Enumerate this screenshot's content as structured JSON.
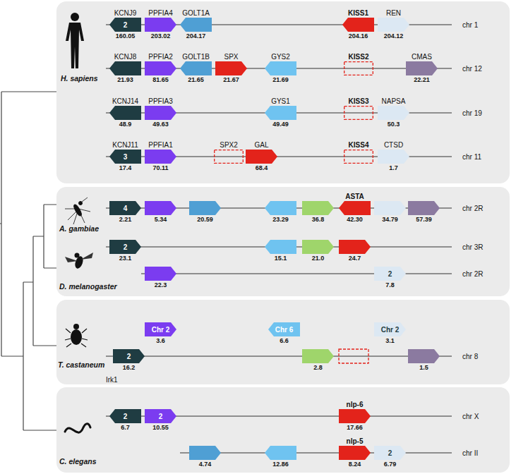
{
  "diagram": {
    "nodes": [
      {
        "text": [
          "H. sapiens"
        ]
      },
      {
        "text": [
          "KCNJ9",
          "2",
          "160.05"
        ],
        "in": 0
      },
      {
        "text": [
          "PPFIA4",
          "203.02"
        ],
        "in": 0
      },
      {
        "text": [
          "GOLT1A",
          "204.17"
        ],
        "in": 0
      },
      {
        "text": [
          "KISS1",
          "204.16"
        ],
        "in": 0
      },
      {
        "text": [
          "REN",
          "204.12"
        ],
        "in": 0
      },
      {
        "text": [
          "KCNJ8",
          "21.93"
        ],
        "in": 0
      },
      {
        "text": [
          "PPFIA2",
          "81.65"
        ],
        "in": 0
      },
      {
        "text": [
          "GOLT1B",
          "21.65"
        ],
        "in": 0
      },
      {
        "text": [
          "SPX",
          "21.67"
        ],
        "in": 0
      },
      {
        "text": [
          "GYS2",
          "21.69"
        ],
        "in": 0
      },
      {
        "text": [
          "KISS2"
        ],
        "in": 0
      },
      {
        "text": [
          "CMAS",
          "22.21"
        ],
        "in": 0
      },
      {
        "text": [
          "KCNJ14",
          "48.9"
        ],
        "in": 0
      },
      {
        "text": [
          "PPFIA3",
          "49.63"
        ],
        "in": 0
      },
      {
        "text": [
          "GYS1",
          "49.49"
        ],
        "in": 0
      },
      {
        "text": [
          "KISS3"
        ],
        "in": 0
      },
      {
        "text": [
          "NAPSA",
          "50.3"
        ],
        "in": 0
      },
      {
        "text": [
          "KCNJ11",
          "3",
          "17.4"
        ],
        "in": 0
      },
      {
        "text": [
          "PPFIA1",
          "70.11"
        ],
        "in": 0
      },
      {
        "text": [
          "SPX2"
        ],
        "in": 0
      },
      {
        "text": [
          "GAL",
          "68.4"
        ],
        "in": 0
      },
      {
        "text": [
          "KISS4"
        ],
        "in": 0
      },
      {
        "text": [
          "CTSD",
          "1.7"
        ],
        "in": 0
      },
      {
        "text": [
          "A. gambiae",
          "D. melanogaster"
        ]
      },
      {
        "text": [
          "4",
          "2.21"
        ],
        "in": 24
      },
      {
        "text": [
          "5.34"
        ],
        "in": 24
      },
      {
        "text": [
          "20.59"
        ],
        "in": 24
      },
      {
        "text": [
          "23.29"
        ],
        "in": 24
      },
      {
        "text": [
          "36.8"
        ],
        "in": 24
      },
      {
        "text": [
          "ASTA",
          "42.30"
        ],
        "in": 24
      },
      {
        "text": [
          "34.79"
        ],
        "in": 24
      },
      {
        "text": [
          "57.39"
        ],
        "in": 24
      },
      {
        "text": [
          "2",
          "23.1"
        ],
        "in": 24
      },
      {
        "text": [
          "15.1"
        ],
        "in": 24
      },
      {
        "text": [
          "21.0"
        ],
        "in": 24
      },
      {
        "text": [
          "24.7"
        ],
        "in": 24
      },
      {
        "text": [
          "22.3"
        ],
        "in": 24
      },
      {
        "text": [
          "2",
          "7.8"
        ],
        "in": 24
      },
      {
        "text": [
          "T. castaneum"
        ]
      },
      {
        "text": [
          "Chr 2",
          "3.6"
        ],
        "in": 39
      },
      {
        "text": [
          "Chr 6",
          "6.6"
        ],
        "in": 39
      },
      {
        "text": [
          "Chr 2",
          "3.1"
        ],
        "in": 39
      },
      {
        "text": [
          "2",
          "16.2"
        ],
        "in": 39
      },
      {
        "text": [
          "2.8"
        ],
        "in": 39
      },
      {
        "text": [
          "1.5"
        ],
        "in": 39
      },
      {
        "text": [
          "C. elegans"
        ]
      },
      {
        "text": [
          "2",
          "6.7"
        ],
        "in": 46
      },
      {
        "text": [
          "2",
          "10.55"
        ],
        "in": 46
      },
      {
        "text": [
          "nlp-6",
          "17.66"
        ],
        "in": 46
      },
      {
        "text": [
          "4.74"
        ],
        "in": 46
      },
      {
        "text": [
          "12.86"
        ],
        "in": 46
      },
      {
        "text": [
          "nlp-5",
          "8.24"
        ],
        "in": 46
      },
      {
        "text": [
          "2",
          "6.79"
        ],
        "in": 46
      }
    ],
    "labels": [
      "chr 1",
      "chr 12",
      "chr 19",
      "chr 11",
      "chr 2R",
      "chr 3R",
      "chr 2R",
      "chr 8",
      "Irk1",
      "chr X",
      "chr II"
    ]
  }
}
